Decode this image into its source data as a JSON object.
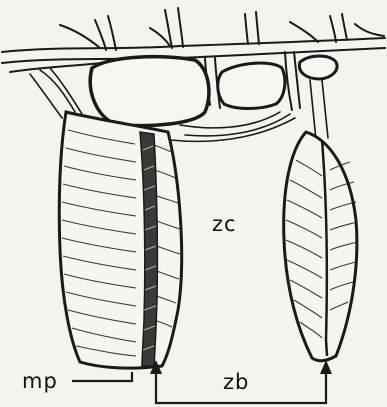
{
  "figure": {
    "labels": {
      "zc": "zc",
      "mp": "mp",
      "zb": "zb"
    },
    "colors": {
      "background": "#f4f3ee",
      "ink": "#1a1a1a"
    }
  }
}
